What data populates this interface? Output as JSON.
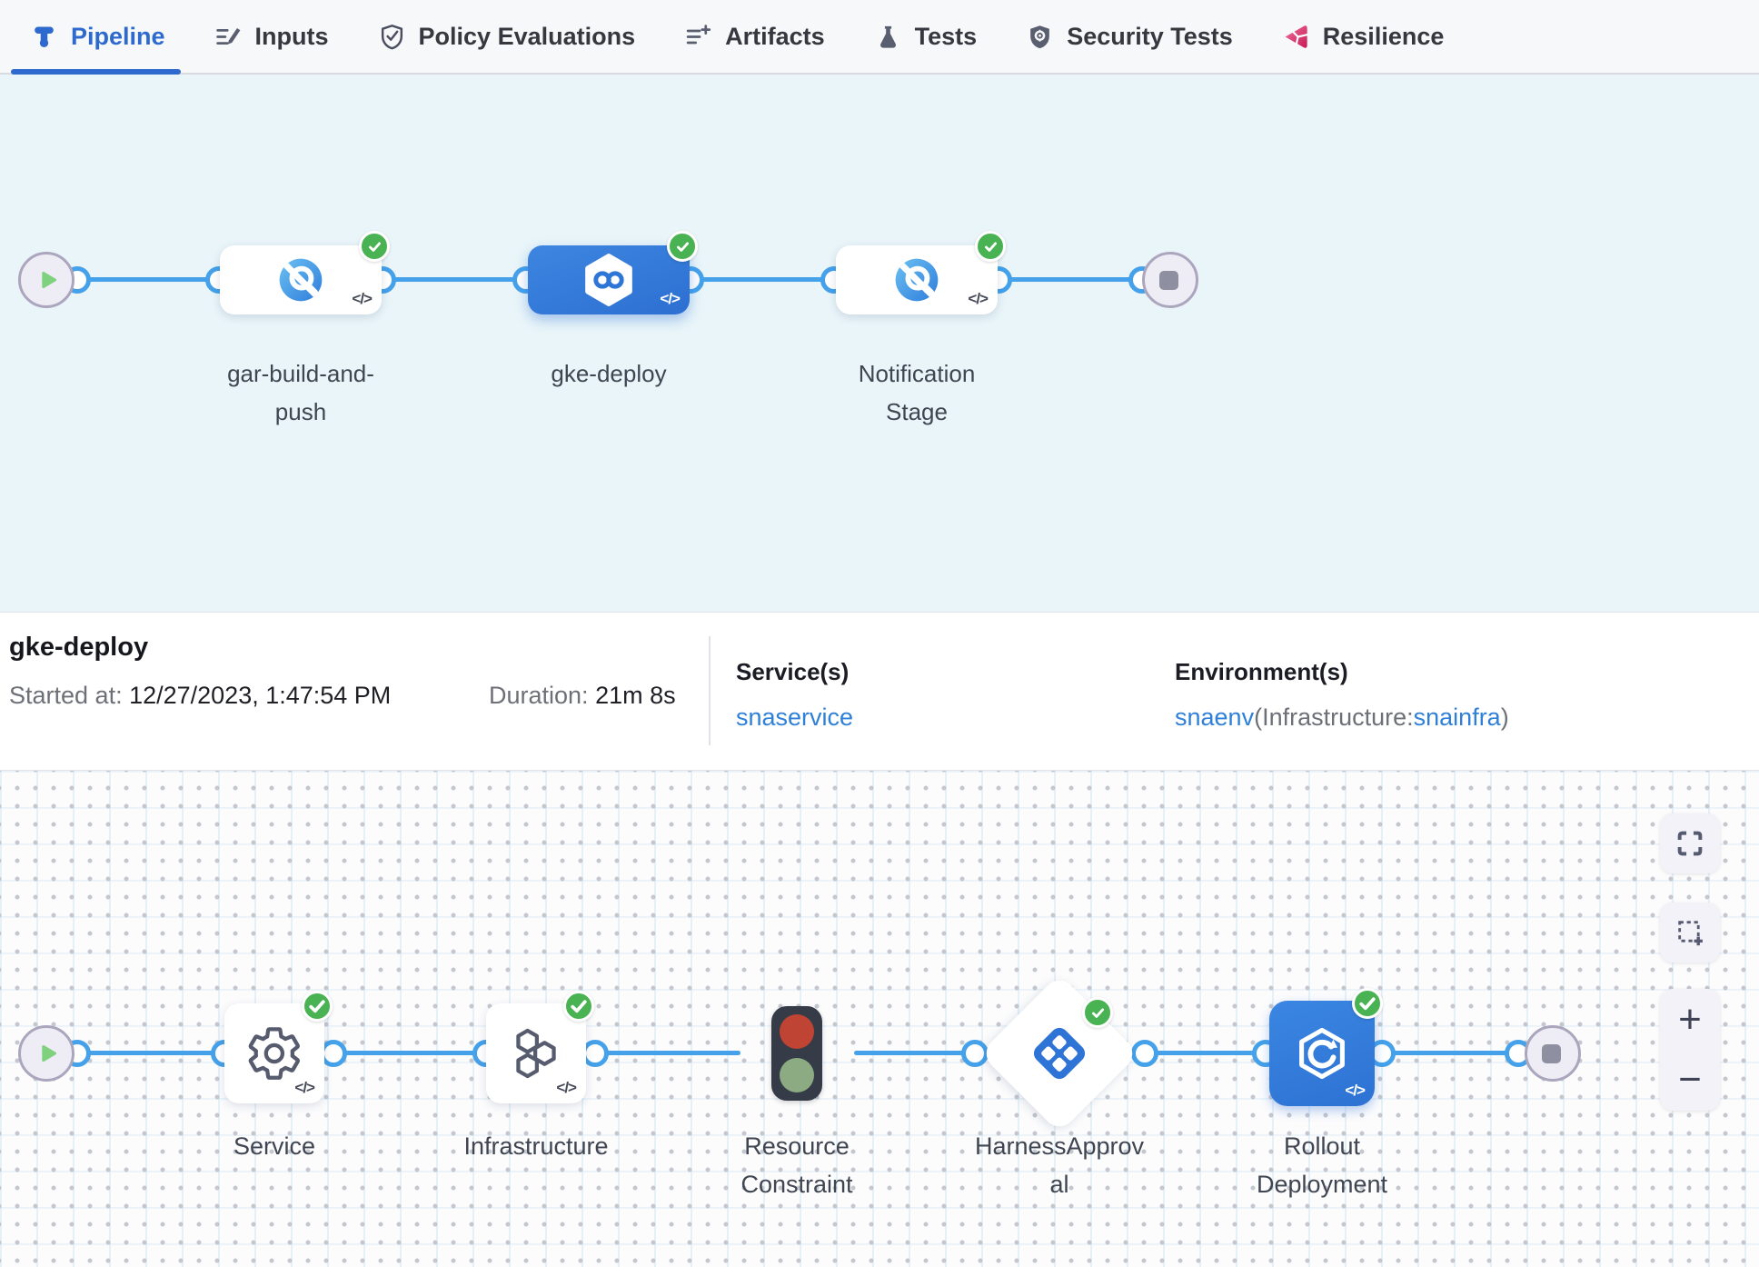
{
  "code_chip": "</>",
  "tabs": {
    "items": [
      {
        "label": "Pipeline",
        "active": true
      },
      {
        "label": "Inputs",
        "active": false
      },
      {
        "label": "Policy Evaluations",
        "active": false
      },
      {
        "label": "Artifacts",
        "active": false
      },
      {
        "label": "Tests",
        "active": false
      },
      {
        "label": "Security Tests",
        "active": false
      },
      {
        "label": "Resilience",
        "active": false
      }
    ]
  },
  "stage_graph": {
    "stages": [
      {
        "name": "gar-build-and-push",
        "status": "success",
        "selected": false
      },
      {
        "name": "gke-deploy",
        "status": "success",
        "selected": true
      },
      {
        "name": "Notification Stage",
        "status": "success",
        "selected": false
      }
    ]
  },
  "details": {
    "stage_name": "gke-deploy",
    "started_label": "Started at:",
    "started_value": " 12/27/2023, 1:47:54 PM",
    "duration_label": "Duration: ",
    "duration_value": "21m 8s",
    "services_label": "Service(s)",
    "service_name": "snaservice",
    "environments_label": "Environment(s)",
    "environment_name": "snaenv",
    "infrastructure_prefix": "(Infrastructure:",
    "infrastructure_name": "snainfra",
    "infrastructure_suffix": ")"
  },
  "execution_graph": {
    "steps": [
      {
        "name": "Service",
        "status": "success"
      },
      {
        "name": "Infrastructure",
        "status": "success"
      },
      {
        "name": "Resource Constraint",
        "status": "none"
      },
      {
        "name": "HarnessApproval",
        "status": "success"
      },
      {
        "name": "Rollout Deployment",
        "status": "success"
      }
    ],
    "controls": {
      "zoom_in": "+",
      "zoom_out": "−"
    }
  },
  "colors": {
    "accent_blue": "#2e6ace",
    "edge_blue": "#45a1e9",
    "node_blue": "#2f78d8",
    "success_green": "#49b252",
    "link_blue": "#2f80d9",
    "resilience_pink": "#d83a6d"
  }
}
